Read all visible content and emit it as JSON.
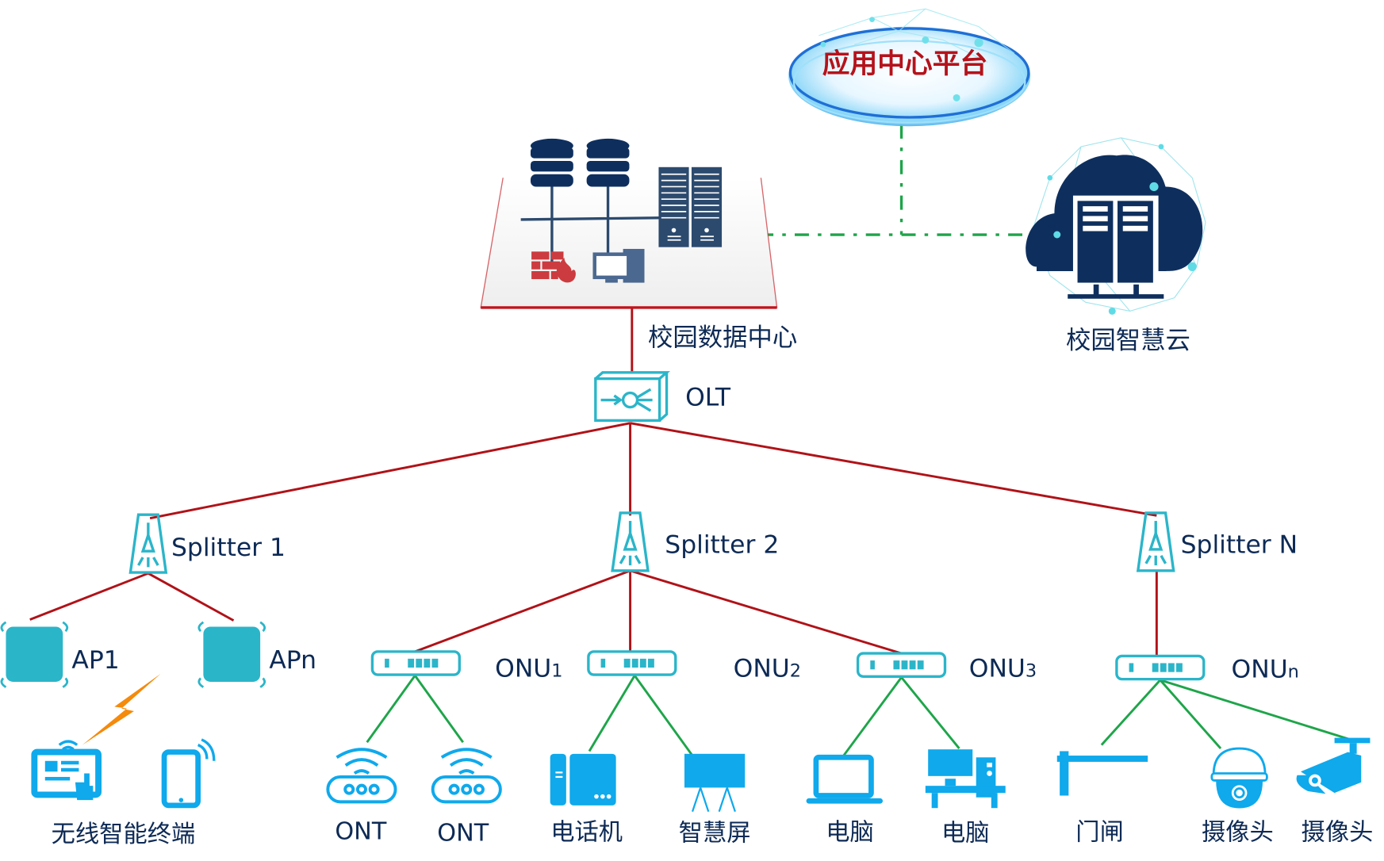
{
  "diagram": {
    "title": "Campus PON network topology",
    "app_platform": {
      "label": "应用中心平台",
      "icon": "platform-disc-icon"
    },
    "data_center": {
      "label": "校园数据中心",
      "icon": "data-center-icon"
    },
    "smart_cloud": {
      "label": "校园智慧云",
      "icon": "cloud-server-icon"
    },
    "olt": {
      "label": "OLT",
      "icon": "olt-icon"
    },
    "splitters": [
      {
        "label": "Splitter 1",
        "icon": "splitter-icon"
      },
      {
        "label": "Splitter 2",
        "icon": "splitter-icon"
      },
      {
        "label": "Splitter N",
        "icon": "splitter-icon"
      }
    ],
    "access_points": [
      {
        "label": "AP1",
        "icon": "access-point-icon"
      },
      {
        "label": "APn",
        "icon": "access-point-icon"
      }
    ],
    "onus": [
      {
        "base": "ONU",
        "sub": "1",
        "icon": "onu-icon"
      },
      {
        "base": "ONU",
        "sub": "2",
        "icon": "onu-icon"
      },
      {
        "base": "ONU",
        "sub": "3",
        "icon": "onu-icon"
      },
      {
        "base": "ONU",
        "sub": "n",
        "icon": "onu-icon"
      }
    ],
    "endpoints": [
      {
        "label": "无线智能终端",
        "icon": "wireless-terminal-icon"
      },
      {
        "label": "ONT",
        "icon": "ont-router-icon"
      },
      {
        "label": "ONT",
        "icon": "ont-router-icon"
      },
      {
        "label": "电话机",
        "icon": "telephone-icon"
      },
      {
        "label": "智慧屏",
        "icon": "smart-screen-icon"
      },
      {
        "label": "电脑",
        "icon": "laptop-icon"
      },
      {
        "label": "电脑",
        "icon": "desktop-computer-icon"
      },
      {
        "label": "门闸",
        "icon": "gate-barrier-icon"
      },
      {
        "label": "摄像头",
        "icon": "dome-camera-icon"
      },
      {
        "label": "摄像头",
        "icon": "bullet-camera-icon"
      }
    ],
    "colors": {
      "fiber_link": "#b01218",
      "ethernet_link": "#1ea54a",
      "device_teal": "#2bb5c9",
      "endpoint_blue": "#0fa9ec",
      "server_navy": "#0e2f5e",
      "label_navy": "#0d2a55",
      "platform_text_red": "#b5121b",
      "wireless_bolt": "#f58a0b"
    }
  }
}
